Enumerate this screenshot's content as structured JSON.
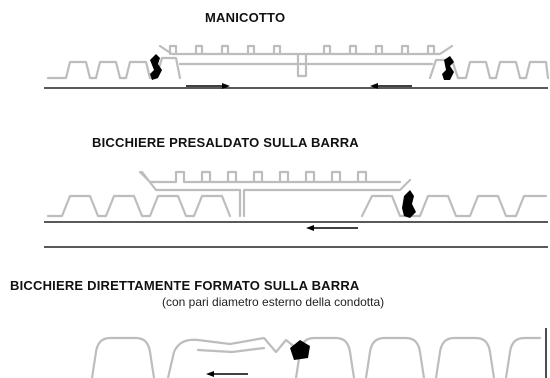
{
  "diagrams": [
    {
      "title": "MANICOTTO"
    },
    {
      "title": "BICCHIERE PRESALDATO SULLA BARRA"
    },
    {
      "title": "BICCHIERE DIRETTAMENTE FORMATO SULLA BARRA",
      "subtitle": "(con pari diametro esterno della condotta)"
    }
  ],
  "colors": {
    "pipe_outline": "#bdbdbd",
    "text": "#111111",
    "seal": "#000000",
    "arrow": "#000000"
  },
  "icons": [
    "gasket-seal-icon",
    "arrow-right-icon",
    "arrow-left-icon"
  ]
}
